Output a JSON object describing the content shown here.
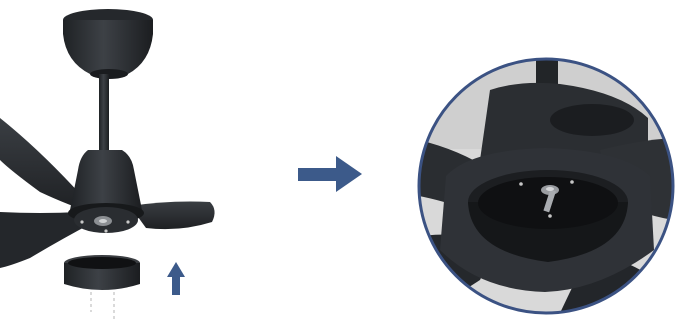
{
  "figure": {
    "left_panel": "ceiling-fan-with-light-kit-cover-being-installed",
    "arrow_between": "right-arrow",
    "right_panel": "zoomed-circular-detail-of-fan-hub-underside",
    "install_direction": "up-arrow"
  },
  "colors": {
    "background": "#ffffff",
    "fan_body": "#2c2f33",
    "fan_dark": "#1a1c1f",
    "fan_highlight": "#4a4e53",
    "arrow_blue": "#3c5a8a",
    "zoom_border": "#3b5283",
    "zoom_background": "#d9d9d9",
    "inner_light_grey": "#bfbfbf"
  }
}
